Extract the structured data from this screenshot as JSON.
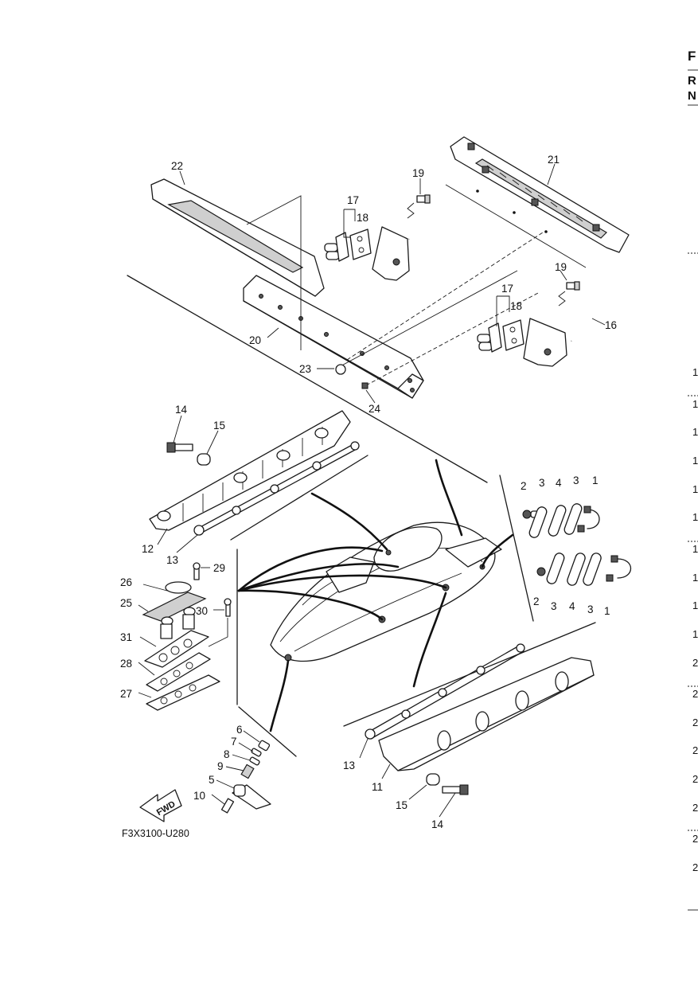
{
  "diagram_code": "F3X3100-U280",
  "fwd_label": "FWD",
  "header_letters": [
    "F",
    "R",
    "N"
  ],
  "side_numbers": [
    "1",
    "1",
    "1",
    "1",
    "1",
    "1",
    "1",
    "1",
    "1",
    "1",
    "2",
    "2",
    "2",
    "2",
    "2",
    "2",
    "2",
    "2"
  ],
  "callouts": [
    {
      "id": "c22",
      "text": "22"
    },
    {
      "id": "c19a",
      "text": "19"
    },
    {
      "id": "c21",
      "text": "21"
    },
    {
      "id": "c17a",
      "text": "17"
    },
    {
      "id": "c18a",
      "text": "18"
    },
    {
      "id": "c19b",
      "text": "19"
    },
    {
      "id": "c17b",
      "text": "17"
    },
    {
      "id": "c18b",
      "text": "18"
    },
    {
      "id": "c16",
      "text": "16"
    },
    {
      "id": "c20",
      "text": "20"
    },
    {
      "id": "c23",
      "text": "23"
    },
    {
      "id": "c24",
      "text": "24"
    },
    {
      "id": "c14a",
      "text": "14"
    },
    {
      "id": "c15a",
      "text": "15"
    },
    {
      "id": "c12",
      "text": "12"
    },
    {
      "id": "c13a",
      "text": "13"
    },
    {
      "id": "c2a",
      "text": "2"
    },
    {
      "id": "c3a",
      "text": "3"
    },
    {
      "id": "c4a",
      "text": "4"
    },
    {
      "id": "c3b",
      "text": "3"
    },
    {
      "id": "c1a",
      "text": "1"
    },
    {
      "id": "c2b",
      "text": "2"
    },
    {
      "id": "c3c",
      "text": "3"
    },
    {
      "id": "c4b",
      "text": "4"
    },
    {
      "id": "c3d",
      "text": "3"
    },
    {
      "id": "c1b",
      "text": "1"
    },
    {
      "id": "c26",
      "text": "26"
    },
    {
      "id": "c29",
      "text": "29"
    },
    {
      "id": "c25",
      "text": "25"
    },
    {
      "id": "c30",
      "text": "30"
    },
    {
      "id": "c31",
      "text": "31"
    },
    {
      "id": "c28",
      "text": "28"
    },
    {
      "id": "c27",
      "text": "27"
    },
    {
      "id": "c6",
      "text": "6"
    },
    {
      "id": "c7",
      "text": "7"
    },
    {
      "id": "c8",
      "text": "8"
    },
    {
      "id": "c9",
      "text": "9"
    },
    {
      "id": "c5",
      "text": "5"
    },
    {
      "id": "c10",
      "text": "10"
    },
    {
      "id": "c13b",
      "text": "13"
    },
    {
      "id": "c11",
      "text": "11"
    },
    {
      "id": "c15b",
      "text": "15"
    },
    {
      "id": "c14b",
      "text": "14"
    }
  ]
}
